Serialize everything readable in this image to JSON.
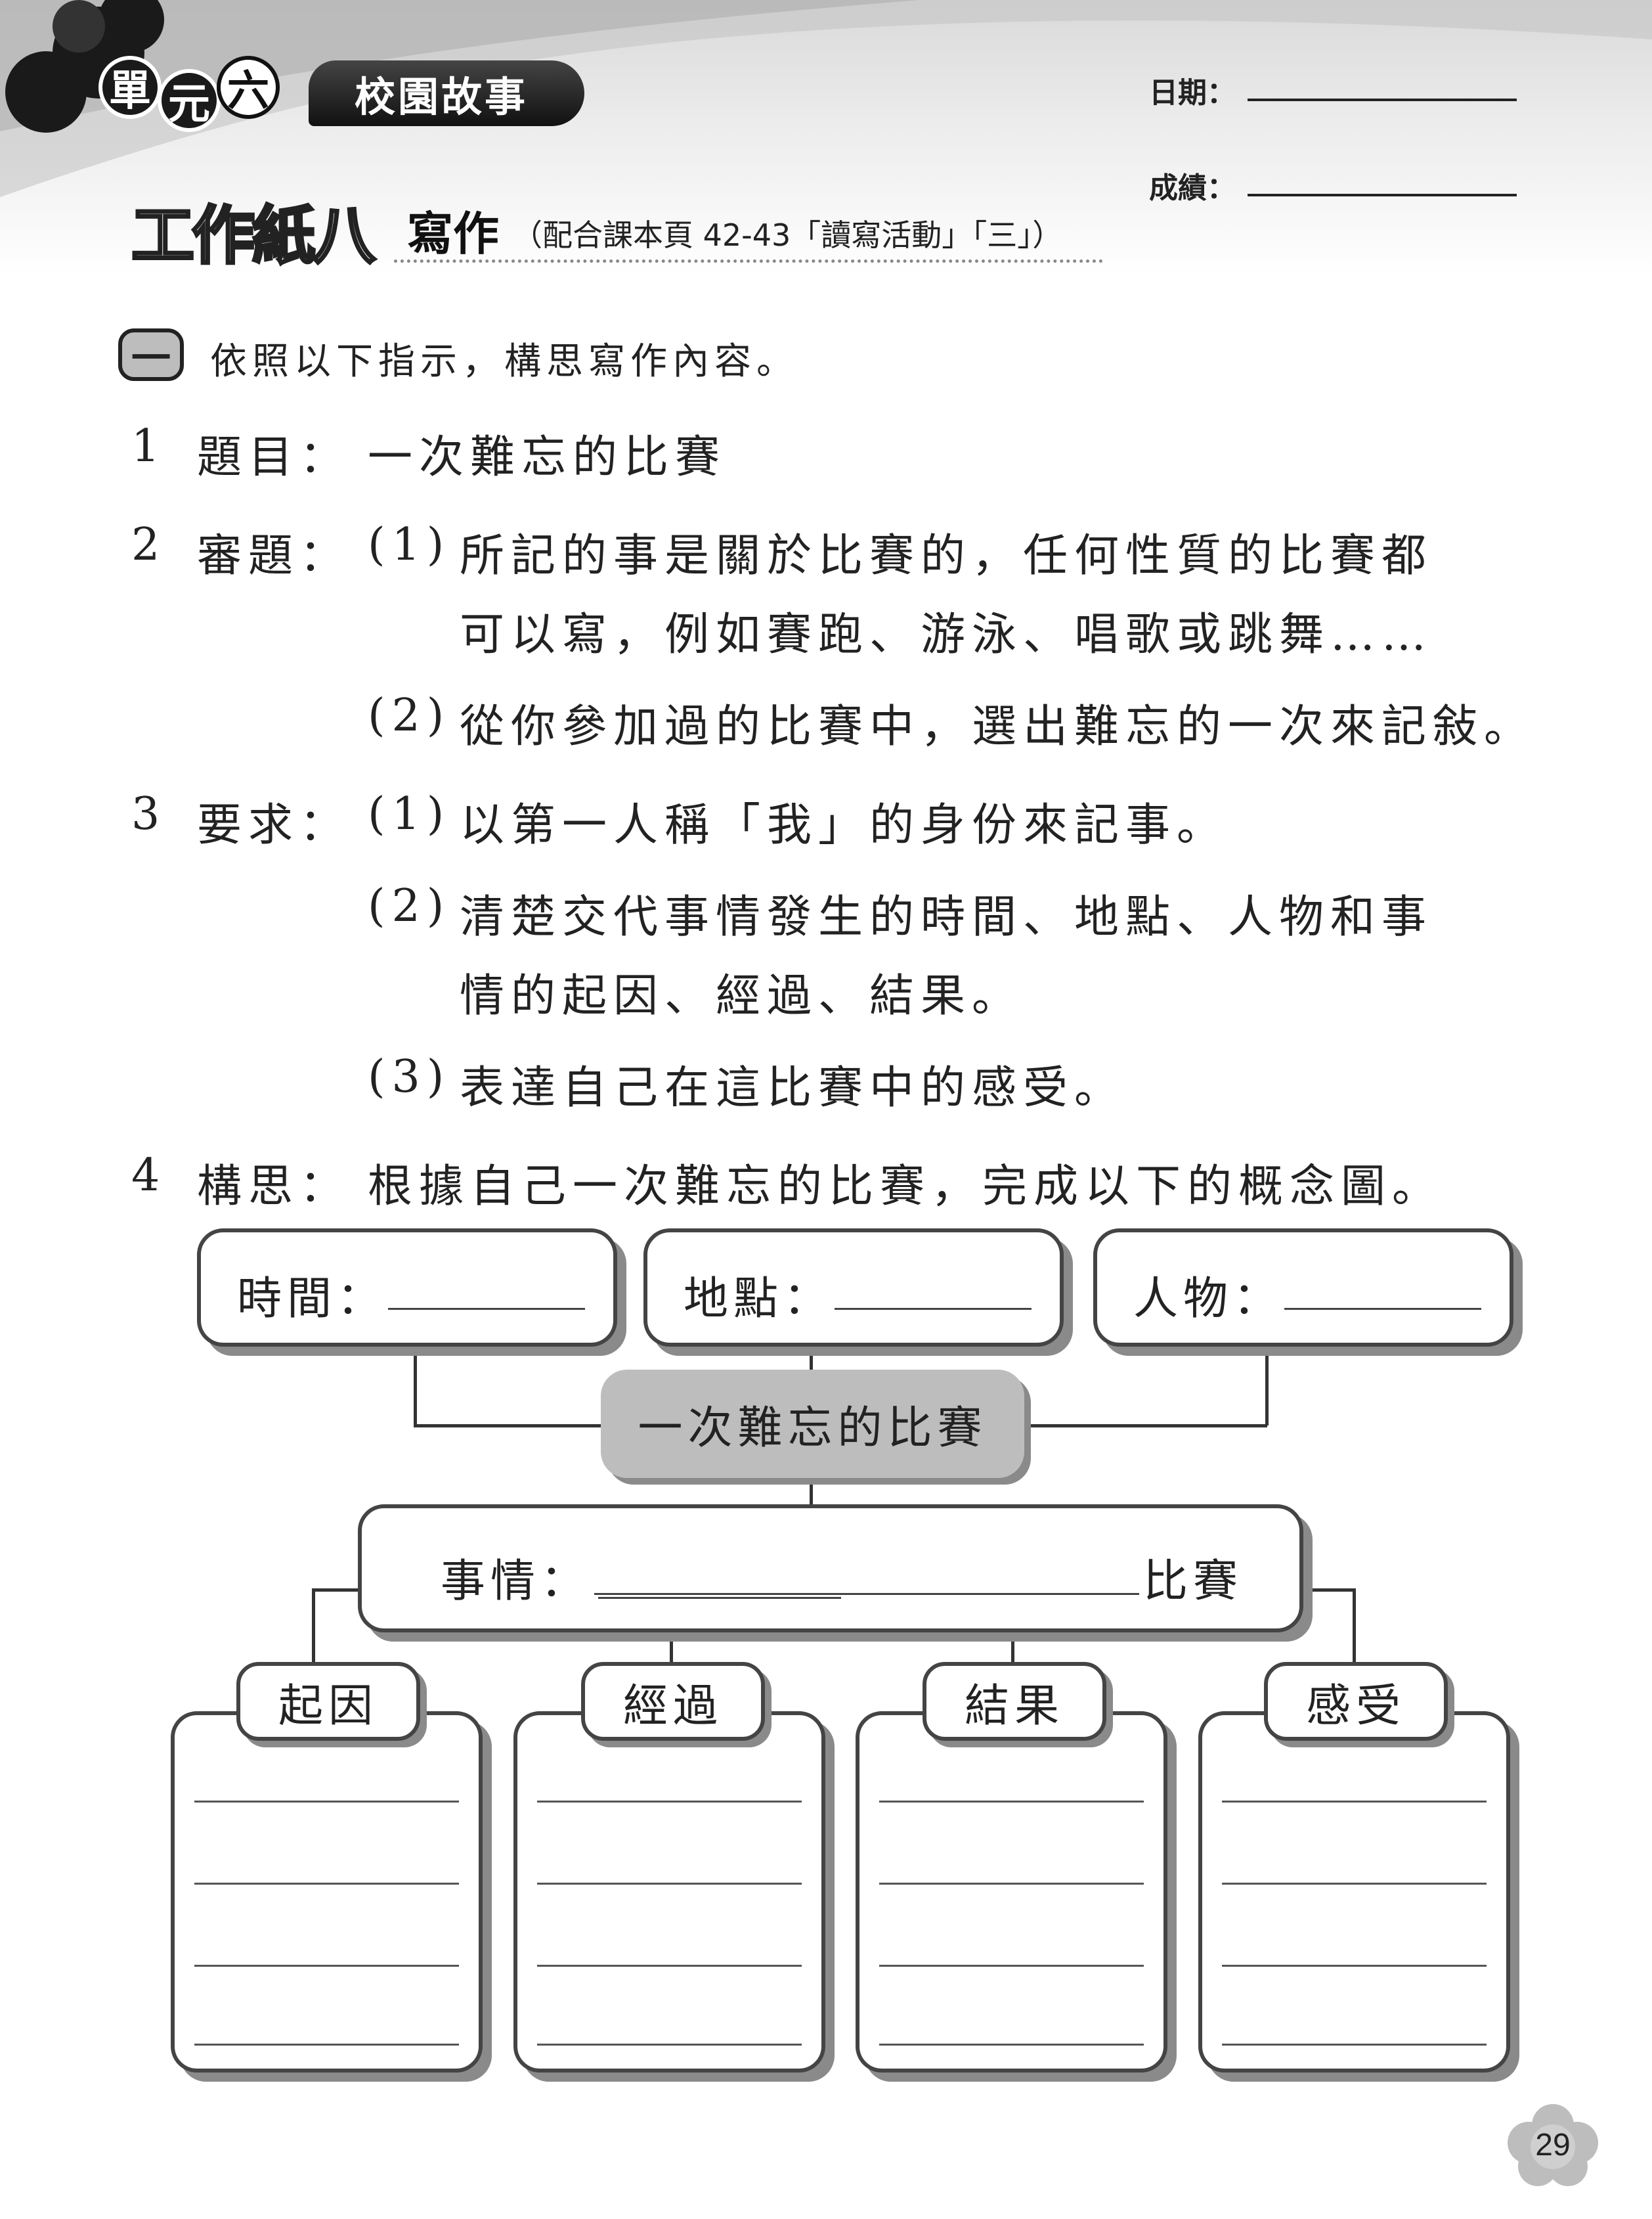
{
  "header": {
    "unit_chars": [
      "單",
      "元",
      "六"
    ],
    "unit_title": "校園故事",
    "date_label": "日期：",
    "score_label": "成績：",
    "worksheet_label": "工作紙八",
    "worksheet_type": "寫作",
    "worksheet_ref": "（配合課本頁 42-43「讀寫活動」「三」）"
  },
  "section": {
    "marker": "一",
    "instruction": "依照以下指示，構思寫作內容。"
  },
  "items": {
    "i1_num": "1",
    "i1_label": "題目：",
    "i1_text": "一次難忘的比賽",
    "i2_num": "2",
    "i2_label": "審題：",
    "i2_s1_num": "(1)",
    "i2_s1_line1": "所記的事是關於比賽的，任何性質的比賽都",
    "i2_s1_line2": "可以寫，例如賽跑、游泳、唱歌或跳舞……",
    "i2_s2_num": "(2)",
    "i2_s2_line1": "從你參加過的比賽中，選出難忘的一次來記敍。",
    "i3_num": "3",
    "i3_label": "要求：",
    "i3_s1_num": "(1)",
    "i3_s1_line1": "以第一人稱「我」的身份來記事。",
    "i3_s2_num": "(2)",
    "i3_s2_line1": "清楚交代事情發生的時間、地點、人物和事",
    "i3_s2_line2": "情的起因、經過、結果。",
    "i3_s3_num": "(3)",
    "i3_s3_line1": "表達自己在這比賽中的感受。",
    "i4_num": "4",
    "i4_label": "構思：",
    "i4_text": "根據自己一次難忘的比賽，完成以下的概念圖。"
  },
  "diagram": {
    "time_label": "時間：",
    "place_label": "地點：",
    "people_label": "人物：",
    "center": "一次難忘的比賽",
    "event_label": "事情：",
    "event_suffix": "比賽",
    "columns": [
      "起因",
      "經過",
      "結果",
      "感受"
    ]
  },
  "page_number": "29"
}
